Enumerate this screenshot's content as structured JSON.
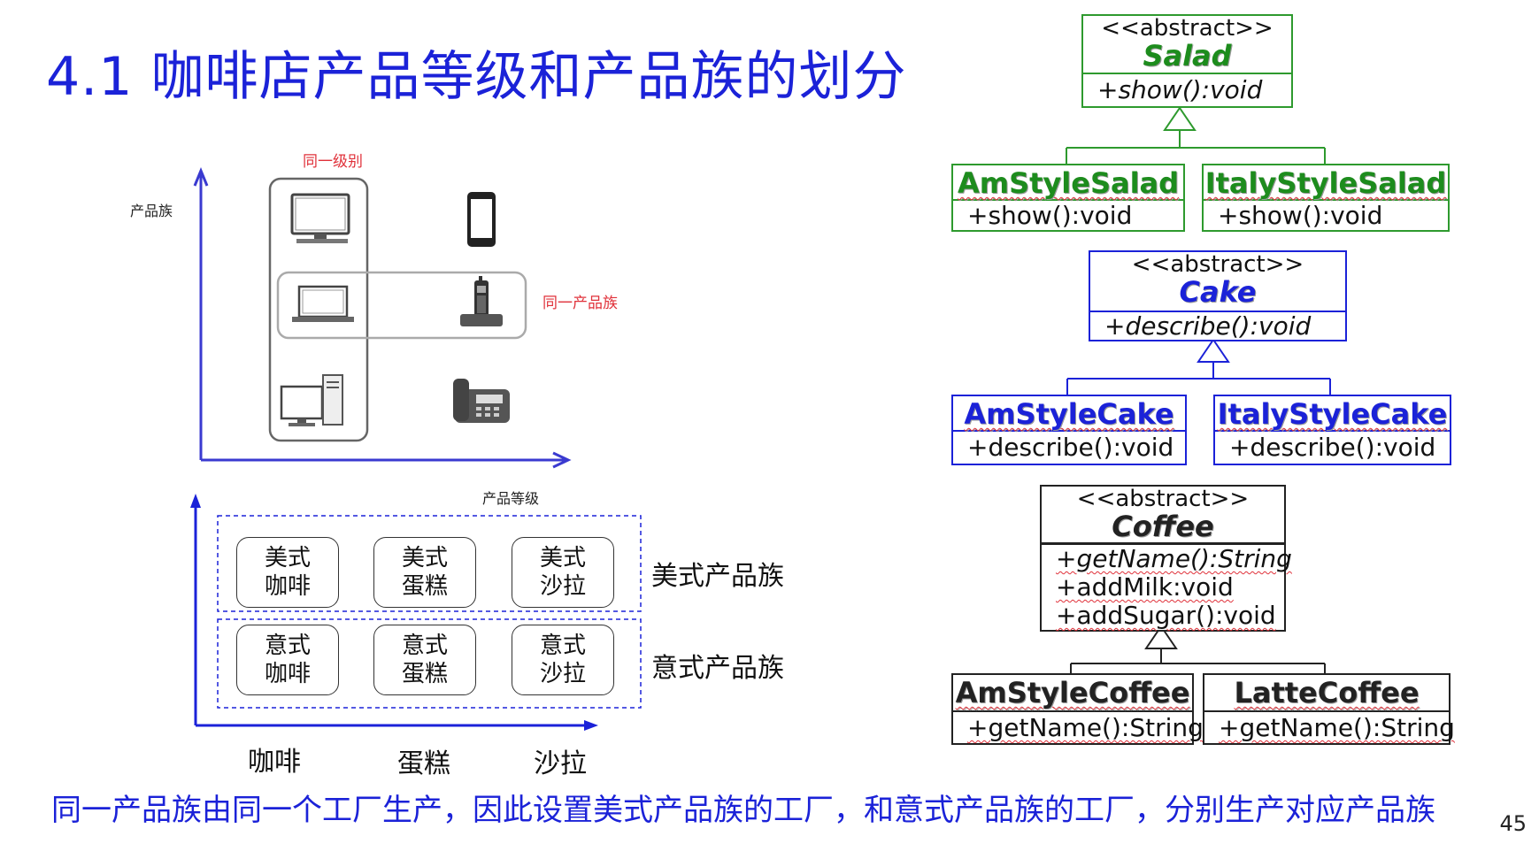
{
  "title": "4.1 咖啡店产品等级和产品族的划分",
  "top_diagram": {
    "same_level_label": "同一级别",
    "same_family_label": "同一产品族",
    "y_axis_label": "产品族",
    "x_axis_label": "产品等级",
    "icons": [
      "desktop-monitor-icon",
      "smartphone-icon",
      "laptop-icon",
      "cordless-phone-icon",
      "desktop-pc-icon",
      "desk-phone-icon"
    ]
  },
  "grid": {
    "families": [
      {
        "label": "美式产品族",
        "cells": [
          [
            "美式",
            "咖啡"
          ],
          [
            "美式",
            "蛋糕"
          ],
          [
            "美式",
            "沙拉"
          ]
        ]
      },
      {
        "label": "意式产品族",
        "cells": [
          [
            "意式",
            "咖啡"
          ],
          [
            "意式",
            "蛋糕"
          ],
          [
            "意式",
            "沙拉"
          ]
        ]
      }
    ],
    "categories": [
      "咖啡",
      "蛋糕",
      "沙拉"
    ]
  },
  "uml": {
    "salad": {
      "stereotype": "<<abstract>>",
      "name": "Salad",
      "ops": [
        "+show():void"
      ]
    },
    "am_salad": {
      "name": "AmStyleSalad",
      "ops": [
        "+show():void"
      ]
    },
    "italy_salad": {
      "name": "ItalyStyleSalad",
      "ops": [
        "+show():void"
      ]
    },
    "cake": {
      "stereotype": "<<abstract>>",
      "name": "Cake",
      "ops": [
        "+describe():void"
      ]
    },
    "am_cake": {
      "name": "AmStyleCake",
      "ops": [
        "+describe():void"
      ]
    },
    "italy_cake": {
      "name": "ItalyStyleCake",
      "ops": [
        "+describe():void"
      ]
    },
    "coffee": {
      "stereotype": "<<abstract>>",
      "name": "Coffee",
      "ops": [
        "+getName():String",
        "+addMilk:void",
        "+addSugar():void"
      ]
    },
    "am_coffee": {
      "name": "AmStyleCoffee",
      "ops": [
        "+getName():String"
      ]
    },
    "latte_coffee": {
      "name": "LatteCoffee",
      "ops": [
        "+getName():String"
      ]
    }
  },
  "bottom_text": "同一产品族由同一个工厂生产，因此设置美式产品族的工厂，和意式产品族的工厂，分别生产对应产品族",
  "page_number": "45",
  "colors": {
    "title_blue": "#1b22d8",
    "red": "#e0313a",
    "green": "#2e9a2e",
    "axis_blue": "#3a3ad0"
  }
}
